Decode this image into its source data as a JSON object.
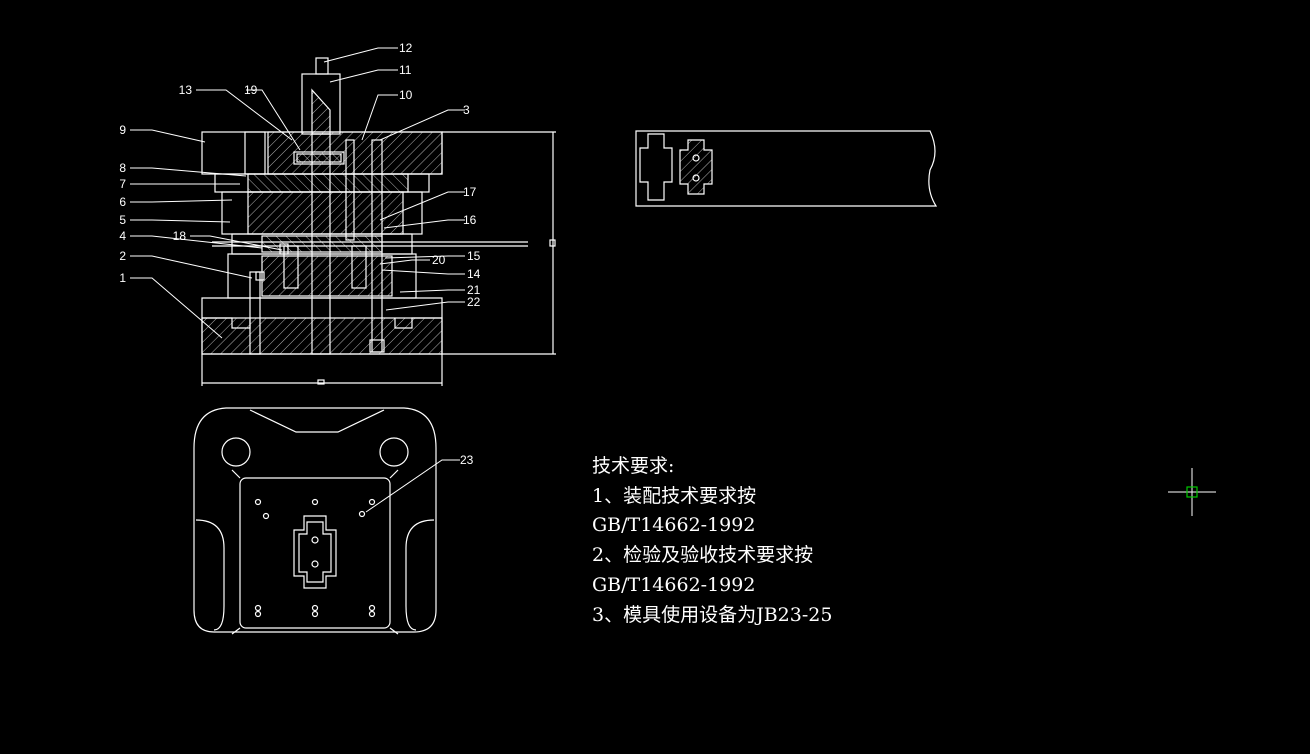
{
  "colors": {
    "background": "#000000",
    "lines": "#ffffff",
    "cursor": "#00c800"
  },
  "callouts": [
    "1",
    "2",
    "3",
    "4",
    "5",
    "6",
    "7",
    "8",
    "9",
    "10",
    "11",
    "12",
    "13",
    "14",
    "15",
    "16",
    "17",
    "18",
    "19",
    "20",
    "21",
    "22",
    "23"
  ],
  "notes": {
    "heading": "技术要求:",
    "line1": "1、装配技术要求按",
    "line2": "GB/T14662-1992",
    "line3": "2、检验及验收技术要求按",
    "line4": "GB/T14662-1992",
    "line5": "3、模具使用设备为JB23-25"
  },
  "icons": {
    "cursor": "crosshair-cursor-icon"
  }
}
